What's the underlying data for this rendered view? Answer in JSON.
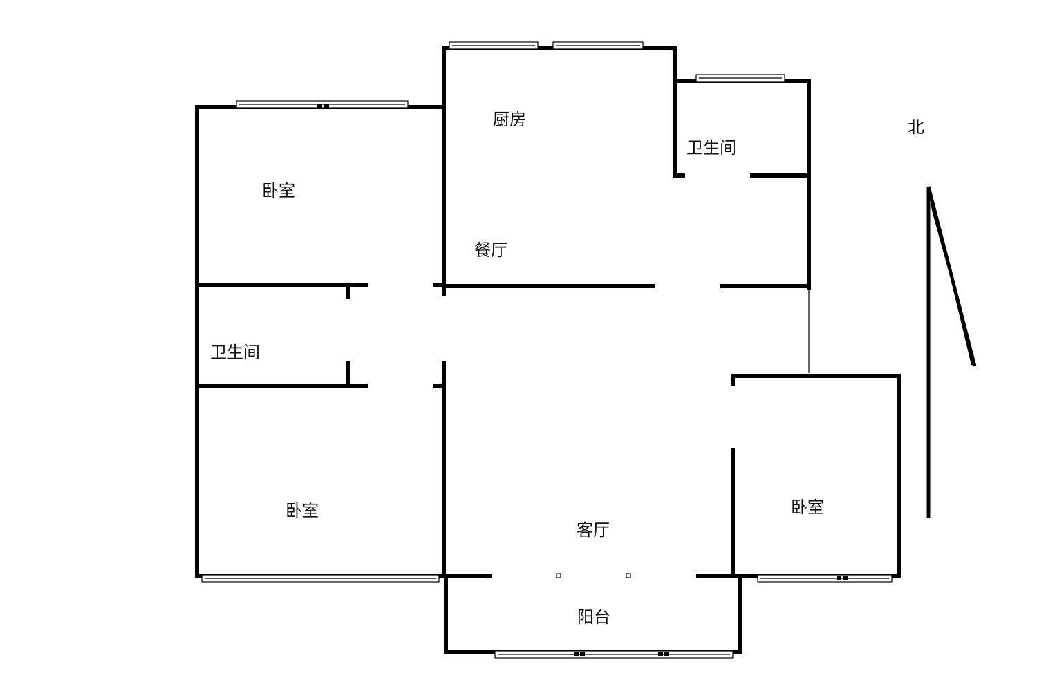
{
  "floor_plan": {
    "labels": {
      "bedroom_nw": "卧室",
      "kitchen": "厨房",
      "bathroom_ne": "卫生间",
      "dining": "餐厅",
      "bathroom_w": "卫生间",
      "bedroom_sw": "卧室",
      "living": "客厅",
      "bedroom_se": "卧室",
      "balcony": "阳台"
    },
    "compass": {
      "label": "北"
    },
    "colors": {
      "wall": "#000000",
      "background": "#ffffff"
    }
  }
}
